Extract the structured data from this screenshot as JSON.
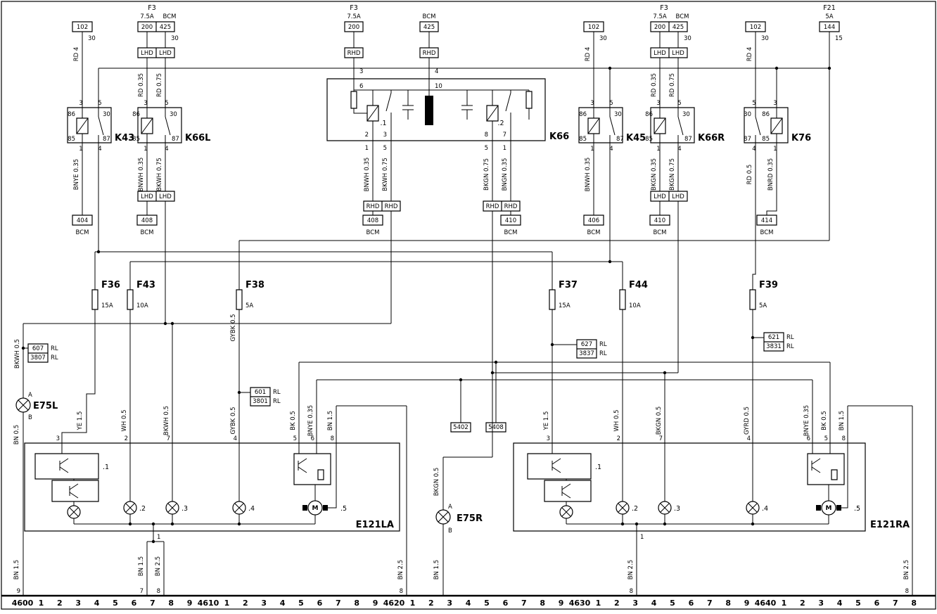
{
  "text": {
    "bcm": "BCM",
    "lhd": "LHD",
    "rhd": "RHD",
    "rl": "RL"
  },
  "hdr": {
    "f3": "F3",
    "a75": "7.5A",
    "f21": "F21",
    "a5": "5A"
  },
  "pins": {
    "p1": "1",
    "p2": "2",
    "p3": "3",
    "p4": "4",
    "p5": "5",
    "p6": "6",
    "p7": "7",
    "p8": "8",
    "p9": "9",
    "p10": "10",
    "p15": "15",
    "p30": "30",
    "p85": "85",
    "p86": "86",
    "p87": "87",
    "pA": "A",
    "pB": "B"
  },
  "wires": {
    "rd4": "RD 4",
    "rd035": "RD 0.35",
    "rd075": "RD 0.75",
    "rd05": "RD 0.5",
    "bnwh035": "BNWH 0.35",
    "bkwh075": "BKWH 0.75",
    "bkwh05": "BKWH 0.5",
    "bkgn075": "BKGN 0.75",
    "bkgn035": "BKGN 0.35",
    "bkgn05": "BKGN 0.5",
    "bngn035": "BNGN 0.35",
    "bnye035": "BNYE 0.35",
    "bnrd035": "BNRD 0.35",
    "ye15": "YE 1.5",
    "wh05": "WH 0.5",
    "gybk05": "GYBK 0.5",
    "gyrd05": "GYRD 0.5",
    "bk05": "BK 0.5",
    "bn05": "BN 0.5",
    "bn15": "BN 1.5",
    "bn25": "BN 2.5"
  },
  "relays": {
    "k43": "K43",
    "k66l": "K66L",
    "k66": "K66",
    "k45": "K45",
    "k66r": "K66R",
    "k76": "K76"
  },
  "fuses": {
    "f36": "F36",
    "f36a": "15A",
    "f43": "F43",
    "f43a": "10A",
    "f38": "F38",
    "f38a": "5A",
    "f37": "F37",
    "f37a": "15A",
    "f44": "F44",
    "f44a": "10A",
    "f39": "F39",
    "f39a": "5A"
  },
  "lamps": {
    "e75l": "E75L",
    "e75r": "E75R"
  },
  "modules": {
    "e121la": "E121LA",
    "e121ra": "E121RA",
    "s1": ".1",
    "s2": ".2",
    "s3": ".3",
    "s4": ".4",
    "s5": ".5",
    "motor": "M"
  },
  "conn": {
    "c102": "102",
    "c200": "200",
    "c425": "425",
    "c144": "144",
    "c404": "404",
    "c406": "406",
    "c408": "408",
    "c410": "410",
    "c414": "414",
    "c601": "601",
    "c607": "607",
    "c621": "621",
    "c627": "627",
    "c3801": "3801",
    "c3807": "3807",
    "c3831": "3831",
    "c3837": "3837",
    "c5402": "5402",
    "c5408": "5408"
  },
  "rail": {
    "items": [
      "4600",
      "1",
      "2",
      "3",
      "4",
      "5",
      "6",
      "7",
      "8",
      "9",
      "4610",
      "1",
      "2",
      "3",
      "4",
      "5",
      "6",
      "7",
      "8",
      "9",
      "4620",
      "1",
      "2",
      "3",
      "4",
      "5",
      "6",
      "7",
      "8",
      "9",
      "4630",
      "1",
      "2",
      "3",
      "4",
      "5",
      "6",
      "7",
      "8",
      "9",
      "4640",
      "1",
      "2",
      "3",
      "4",
      "5",
      "6",
      "7",
      "8"
    ]
  }
}
